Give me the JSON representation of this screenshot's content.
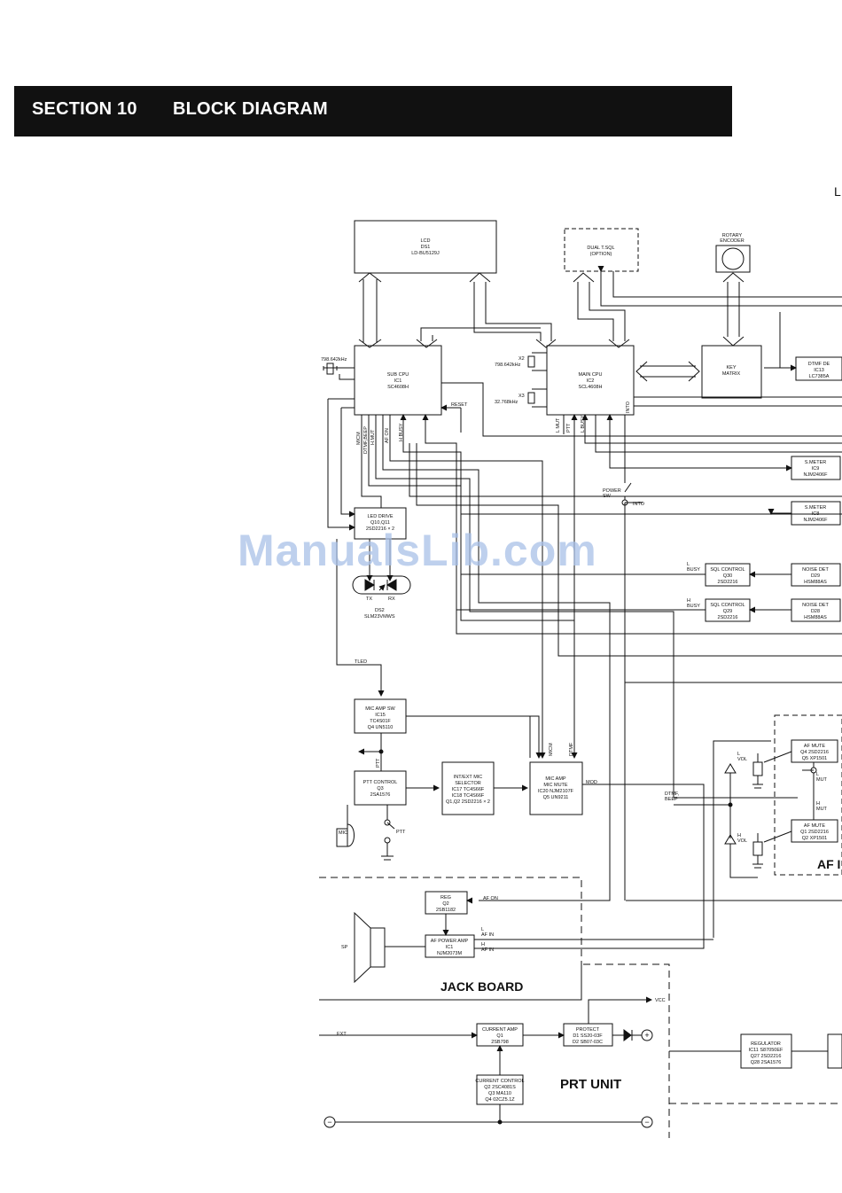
{
  "header": {
    "section": "SECTION 10",
    "title": "BLOCK DIAGRAM",
    "corner_letter": "L"
  },
  "watermark": "ManualsLib.com",
  "colors": {
    "ink": "#111111",
    "header_bg": "#111111",
    "watermark": "#a9c1e8"
  },
  "blocks": {
    "lcd": [
      "LCD",
      "DS1",
      "LD-BU5129J"
    ],
    "dual_tsql": [
      "DUAL T.SQL",
      "(OPTION)"
    ],
    "rotary": [
      "ROTARY",
      "ENCODER"
    ],
    "sub_cpu": [
      "SUB CPU",
      "IC1",
      "SC4608H"
    ],
    "main_cpu": [
      "MAIN CPU",
      "IC2",
      "SCL4608H"
    ],
    "key_matrix": [
      "KEY",
      "MATRIX"
    ],
    "dtmf_dec": [
      "DTMF DE",
      "IC13",
      "LC7385A"
    ],
    "smeter1": [
      "S.METER",
      "IC9",
      "NJM2406F"
    ],
    "smeter2": [
      "S.METER",
      "IC8",
      "NJM2406F"
    ],
    "led_drive": [
      "LED DRIVE",
      "Q10,Q11",
      "2SD2216 × 2"
    ],
    "sql1": [
      "SQL CONTROL",
      "Q30",
      "2SD2216"
    ],
    "sql2": [
      "SQL CONTROL",
      "Q29",
      "2SD2216"
    ],
    "noise1": [
      "NOISE DET",
      "D29",
      "HSM88AS"
    ],
    "noise2": [
      "NOISE DET",
      "D28",
      "HSM88AS"
    ],
    "mic_amp_sw": [
      "MIC AMP SW",
      "IC15",
      "TC4S01F",
      "Q4 UN5110"
    ],
    "ptt_control": [
      "PTT CONTROL",
      "Q3",
      "2SA1576"
    ],
    "int_ext": [
      "INT/EXT MIC",
      "SELECTOR",
      "IC17 TC4S66F",
      "IC18 TC4S66F",
      "Q1,Q2 2SD2216 × 2"
    ],
    "mic_amp": [
      "MIC AMP",
      "MIC MUTE",
      "IC20 NJM2107F",
      "Q5 UN9211"
    ],
    "af_mute1": [
      "AF MUTE",
      "Q4 2SD2216",
      "Q5 XP1501"
    ],
    "af_mute2": [
      "AF MUTE",
      "Q1 2SD2216",
      "Q2 XP1501"
    ],
    "reg": [
      "REG",
      "Q2",
      "2SB1182"
    ],
    "af_power": [
      "AF POWER AMP",
      "IC1",
      "NJM2073M"
    ],
    "current_amp": [
      "CURRENT AMP",
      "Q1",
      "2SB798"
    ],
    "protect": [
      "PROTECT",
      "D1 SS20-03F",
      "D2 SB07-03C"
    ],
    "current_control": [
      "CURRENT CONTROL",
      "Q2 2SC4081S",
      "Q3 MA110",
      "Q4 02CZ5.1Z"
    ],
    "regulator": [
      "REGULATOR",
      "IC11 S87050EF",
      "Q27 2SD2216",
      "Q28 2SA1576"
    ]
  },
  "labels": {
    "freq1": "798.642kHz",
    "x2": "X2",
    "x2_freq": "798.642kHz",
    "x3": "X3",
    "x3_freq": "32.768kHz",
    "reset": "RESET",
    "micm": "MICM",
    "dtmf_beep": "DTMF,BEEP",
    "h_mut": "H.MUT",
    "af_on_v": "AF ON",
    "h_busy_v": "H BUSY",
    "ptt_v": "PTT",
    "l_mut": "L MUT",
    "l_busy_v": "L BUSY",
    "into_v": "INTO",
    "power_sw": "POWER\nSW",
    "into": "INTO",
    "tx": "TX",
    "rx": "RX",
    "ds2": "DS2",
    "ds2_part": "SLM23VMWS",
    "l_busy": "L\nBUSY",
    "h_busy": "H\nBUSY",
    "tled": "TLED",
    "ptt": "PTT",
    "mic": "MIC",
    "micm_v": "MICM",
    "dtmf_v": "DTMF",
    "mod": "MOD",
    "l_vol": "L\nVOL",
    "h_vol": "H\nVOL",
    "l_mut2": "L\nMUT",
    "h_mut2": "H\nMUT",
    "dtmf_beep2": "DTMF,\nBEEP",
    "af_partial": "AF I",
    "af_on": "AF ON",
    "l_af_in": "L\nAF IN",
    "h_af_in": "H\nAF IN",
    "sp": "SP",
    "jack_board": "JACK BOARD",
    "ext": "EXT",
    "vcc": "VCC",
    "prt_unit": "PRT UNIT",
    "minus": "−",
    "plus": "+"
  }
}
